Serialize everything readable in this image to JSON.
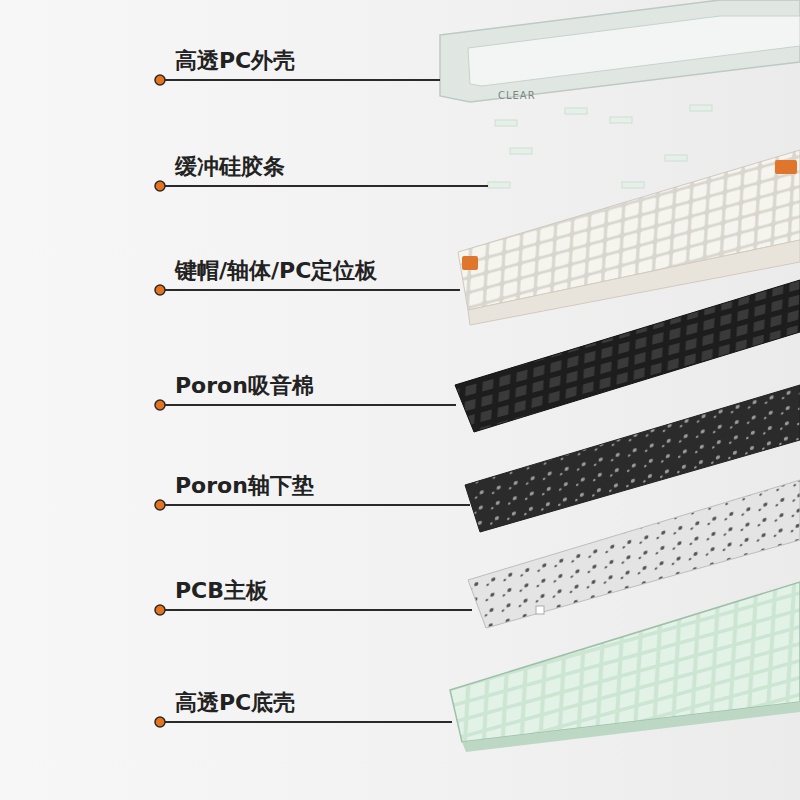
{
  "diagram": {
    "labels": [
      "高透PC外壳",
      "缓冲硅胶条",
      "键帽/轴体/PC定位板",
      "Poron吸音棉",
      "Poron轴下垫",
      "PCB主板",
      "高透PC底壳",
      "CLEAR"
    ]
  }
}
